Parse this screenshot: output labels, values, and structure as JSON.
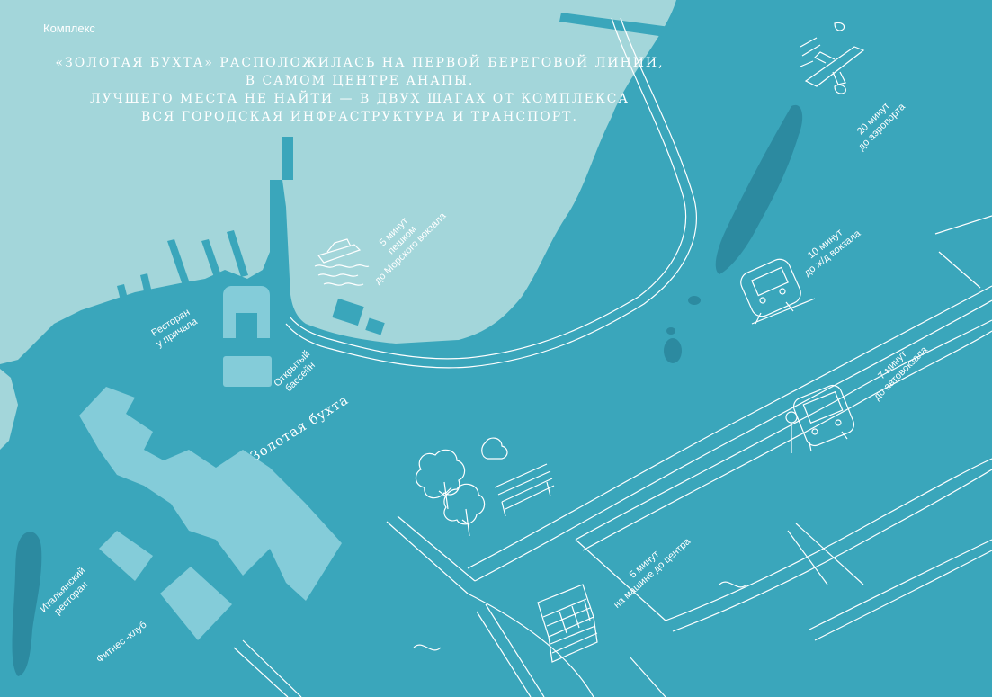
{
  "header": {
    "section": "Комплекс",
    "headline_lines": [
      "«Золотая бухта» расположилась на первой береговой линии,",
      "в самом центре Анапы.",
      "Лучшего места не найти — в двух шагах от комплекса",
      "вся городская инфраструктура и транспорт."
    ]
  },
  "map": {
    "complex_name": "Золотая бухта",
    "places": {
      "restaurant_pier": [
        "Ресторан",
        "у причала"
      ],
      "pool": [
        "Открытый",
        "бассейн"
      ],
      "italian_restaurant": [
        "Итальянский",
        "ресторан"
      ],
      "fitness": [
        "Фитнес -клуб"
      ]
    },
    "transport": {
      "seaport": [
        "5 минут",
        "пешком",
        "до Морского вокзала"
      ],
      "airport": [
        "20 минут",
        "до аэропорта"
      ],
      "railway": [
        "10 минут",
        "до ж/д вокзала"
      ],
      "bus": [
        "7 минут",
        "до автовокзала"
      ],
      "center": [
        "5 минут",
        "на машине до центра"
      ]
    },
    "icons": [
      "ship-icon",
      "airplane-icon",
      "train-icon",
      "bus-icon",
      "park-icon",
      "building-icon"
    ],
    "colors": {
      "sea": "#a3d6da",
      "land": "#3aa6bb",
      "dark_water": "#2c8aa0",
      "buildings": "#84ccd9"
    }
  }
}
